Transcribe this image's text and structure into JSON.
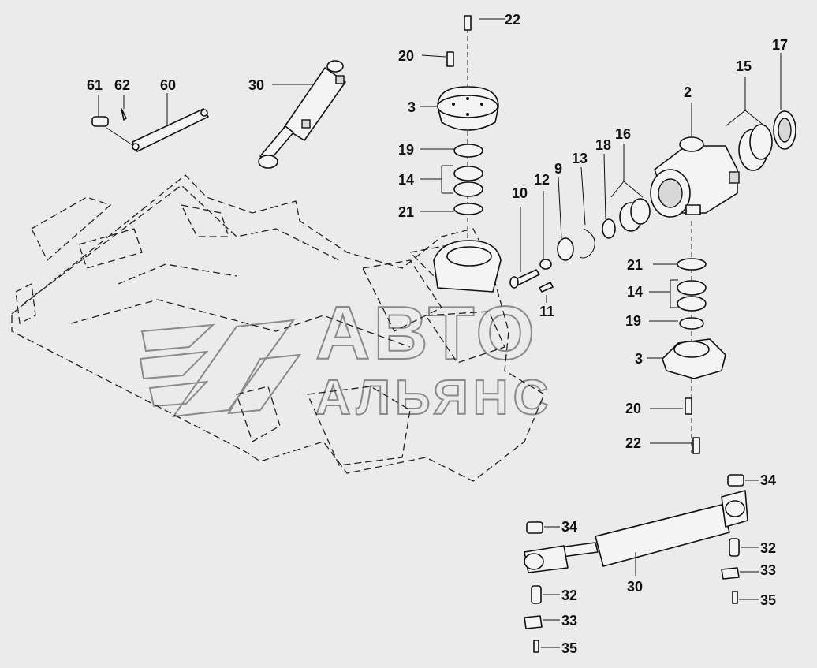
{
  "watermark": {
    "line1": "АВТО",
    "line2": "АЛЬЯНС"
  },
  "labels": {
    "p61": "61",
    "p62": "62",
    "p60": "60",
    "p30_top": "30",
    "p22_top": "22",
    "p20_top": "20",
    "p3_top": "3",
    "p19_top": "19",
    "p14_top": "14",
    "p21_top": "21",
    "p10": "10",
    "p12": "12",
    "p9": "9",
    "p13": "13",
    "p18": "18",
    "p16": "16",
    "p11": "11",
    "p2": "2",
    "p15": "15",
    "p17": "17",
    "p21_bot": "21",
    "p14_bot": "14",
    "p19_bot": "19",
    "p3_bot": "3",
    "p20_bot": "20",
    "p22_bot": "22",
    "p34_right": "34",
    "p34_left": "34",
    "p32_right": "32",
    "p33_right": "33",
    "p35_right": "35",
    "p30_bot": "30",
    "p32_left": "32",
    "p33_left": "33",
    "p35_left": "35"
  }
}
